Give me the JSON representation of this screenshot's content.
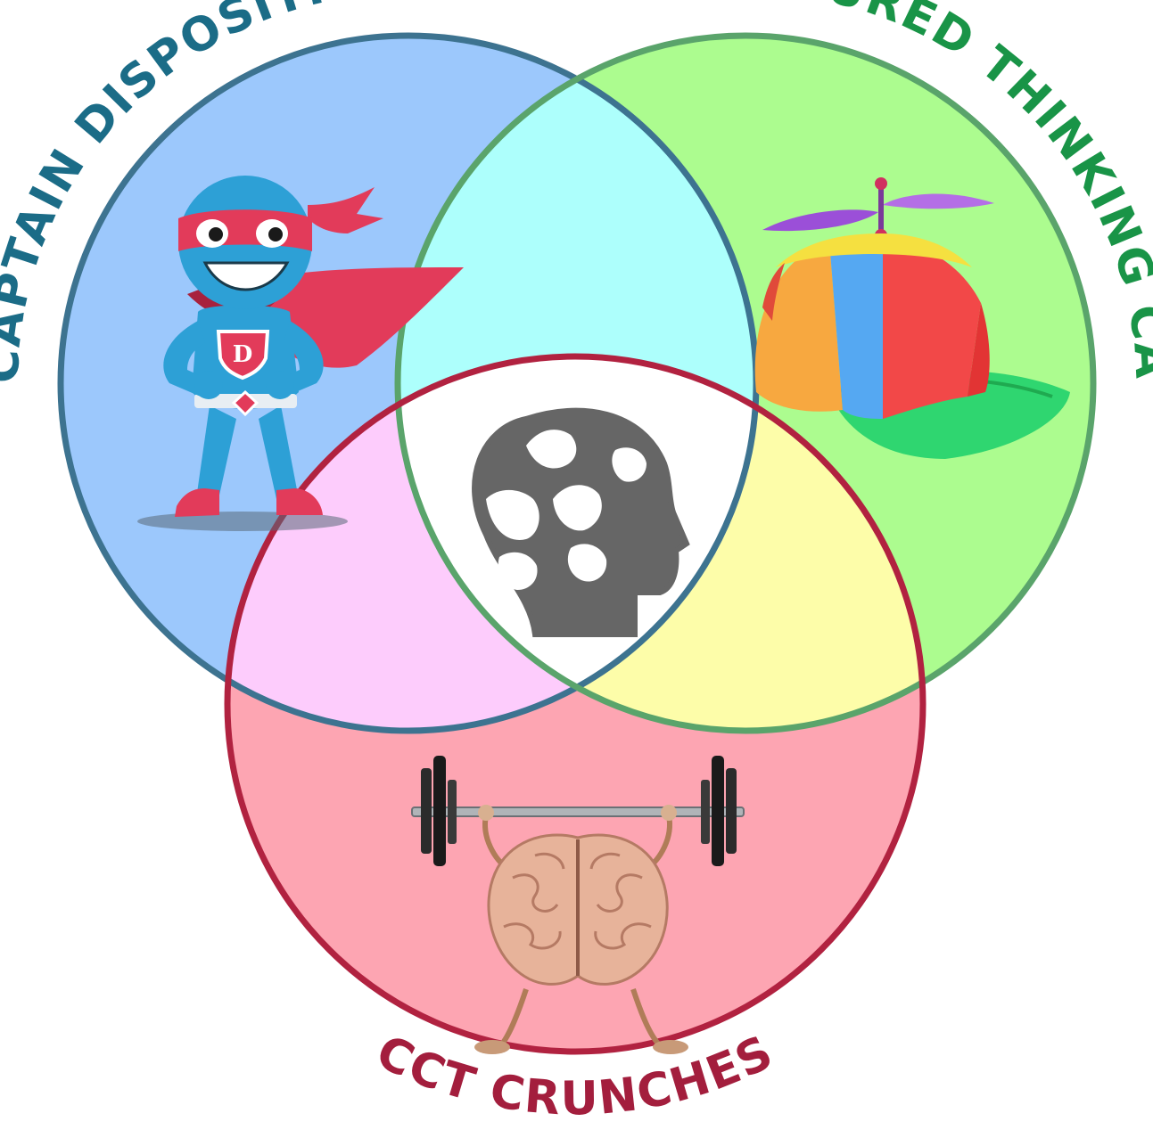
{
  "diagram": {
    "type": "venn-3",
    "sets": [
      {
        "id": "blue",
        "label": "CAPTAIN DISPOSITION",
        "icon": "superhero-icon",
        "fill": "#9cc8fc",
        "stroke": "#3d7390",
        "text_color": "#1b6c87"
      },
      {
        "id": "green",
        "label": "COLOURED THINKING CAPS",
        "icon": "propeller-cap-icon",
        "fill": "#acfc8f",
        "stroke": "#5aa46b",
        "text_color": "#199447"
      },
      {
        "id": "red",
        "label": "CCT CRUNCHES",
        "icon": "weightlifting-brain-icon",
        "fill": "#fda5b2",
        "stroke": "#b12240",
        "text_color": "#a31e3d"
      }
    ],
    "overlaps": {
      "blue_green": "#adfffc",
      "blue_red": "#fdccfc",
      "green_red": "#fdfda9",
      "center": "#ffffff"
    },
    "center_icon": "gear-head-icon"
  }
}
